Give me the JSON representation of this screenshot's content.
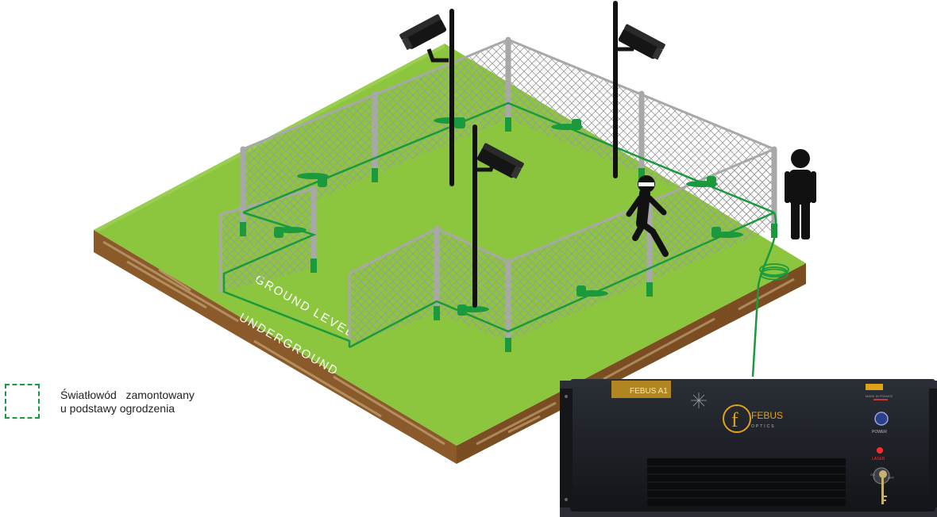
{
  "labels": {
    "ground_level": "GROUND LEVEL",
    "underground": "UNDERGROUND"
  },
  "legend": {
    "line1": "Światłowód   zamontowany",
    "line2": "u podstawy ogrodzenia"
  },
  "device": {
    "model_badge": "FEBUS A1",
    "brand": "FEBUS",
    "brand_sub": "OPTICS",
    "made_in": "MADE IN FRANCE",
    "power_label": "POWER",
    "laser_label": "LASER",
    "key_on": "ON",
    "key_off": "OFF"
  },
  "colors": {
    "grass": "#8cc63f",
    "grass_dark": "#6ea62a",
    "soil": "#8a5a2b",
    "soil_dark": "#5e3a18",
    "fiber": "#1a9a3c",
    "fence_post": "#a8a8a8",
    "device_body": "#1b1e24",
    "accent_gold": "#e0a21b"
  },
  "icons": [
    "camera-icon",
    "person-icon",
    "intruder-icon",
    "fiber-coil-icon",
    "power-button-icon",
    "laser-led-icon",
    "key-icon",
    "febus-logo-icon"
  ]
}
